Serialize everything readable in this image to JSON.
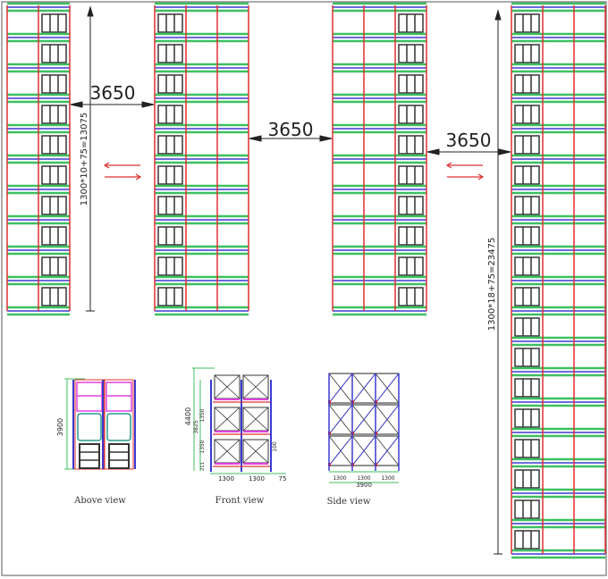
{
  "layout_dims": {
    "aisle_1": "3650",
    "aisle_2": "3650",
    "aisle_3": "3650",
    "height_short": "1300*10+75=13075",
    "height_tall": "1300*18+75=23475"
  },
  "views": {
    "above": {
      "label": "Above view",
      "dim": "3900"
    },
    "front": {
      "label": "Front view",
      "dims": [
        "4400",
        "3825",
        "1350",
        "1350",
        "211",
        "100",
        "1300",
        "1300",
        "75"
      ]
    },
    "side": {
      "label": "Side view",
      "dims": [
        "1300",
        "1300",
        "1300",
        "3900"
      ]
    }
  },
  "colors": {
    "upright": "#e03030",
    "beam": "#3a3ad0",
    "rail": "#3cc060",
    "pallet": "#333333",
    "dimension": "#222222",
    "dim_green": "#3cc060",
    "magenta": "#e040e0"
  }
}
